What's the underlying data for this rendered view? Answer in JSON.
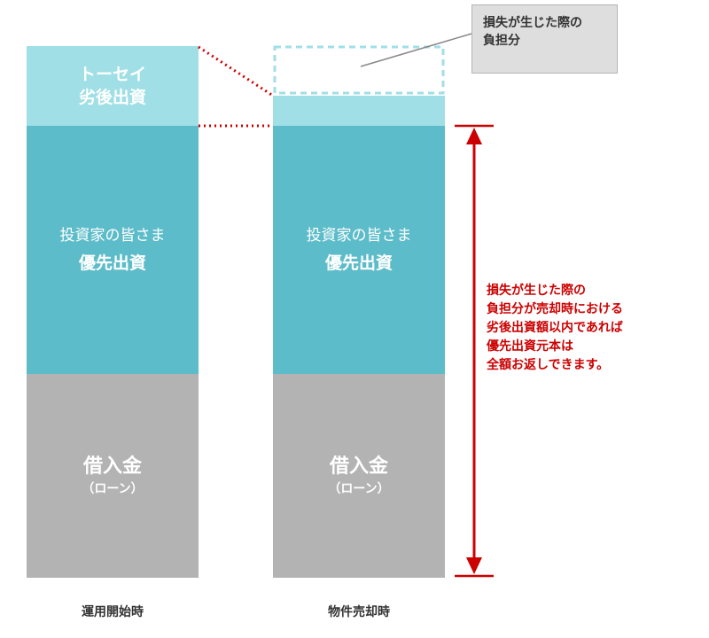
{
  "start_column": {
    "subordinated_label_line1": "トーセイ",
    "subordinated_label_line2": "劣後出資",
    "investor_label_line1": "投資家の皆さま",
    "investor_label_line2": "優先出資",
    "loan_label_line1": "借入金",
    "loan_label_line2": "（ローン）",
    "caption": "運用開始時"
  },
  "sale_column": {
    "investor_label_line1": "投資家の皆さま",
    "investor_label_line2": "優先出資",
    "loan_label_line1": "借入金",
    "loan_label_line2": "（ローン）",
    "caption": "物件売却時"
  },
  "callout": {
    "line1": "損失が生じた際の",
    "line2": "負担分"
  },
  "note": {
    "lines": [
      "損失が生じた際の",
      "負担分が売却時における",
      "劣後出資額以内であれば",
      "優先出資元本は",
      "全額お返しできます。"
    ]
  },
  "colors": {
    "subordinated": "#a0dfe6",
    "investor": "#5dbcc9",
    "loan": "#b3b3b3",
    "annotation_red": "#cc0000",
    "callout_bg": "#dedede"
  }
}
